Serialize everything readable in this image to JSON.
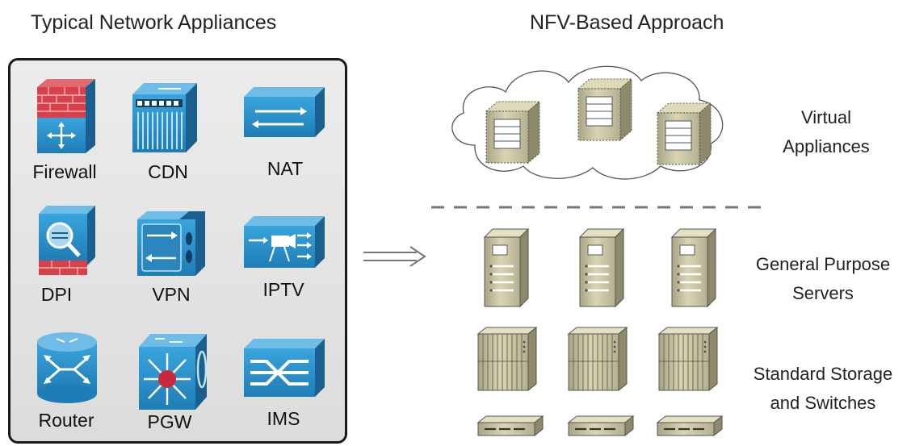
{
  "left": {
    "title": "Typical Network Appliances",
    "appliances": [
      "Firewall",
      "CDN",
      "NAT",
      "DPI",
      "VPN",
      "IPTV",
      "Router",
      "PGW",
      "IMS"
    ]
  },
  "right": {
    "title": "NFV-Based Approach",
    "virtual_label": [
      "Virtual",
      "Appliances"
    ],
    "servers_label": [
      "General Purpose",
      "Servers"
    ],
    "storage_label": [
      "Standard Storage",
      "and Switches"
    ]
  },
  "colors": {
    "icon_blue": "#2e8fc6",
    "icon_dark_blue": "#1a5f8e",
    "firewall_red": "#d8404a",
    "hardware_khaki": "#cbc7a2",
    "panel_border": "#1a1a1a"
  }
}
